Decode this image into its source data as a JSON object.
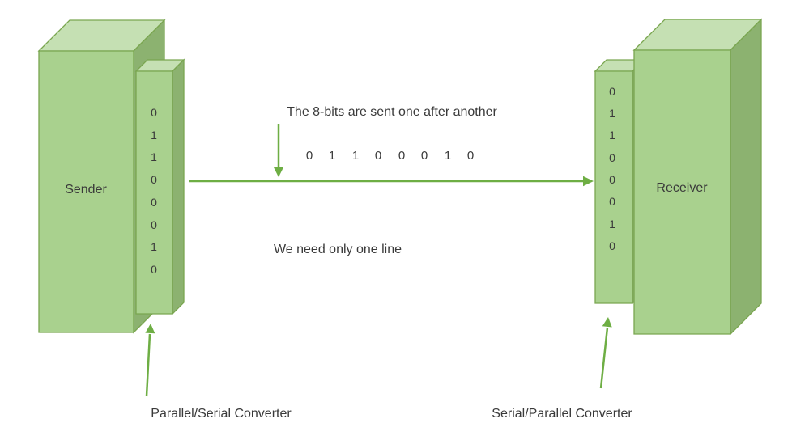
{
  "diagram": {
    "title_hint": "Serial transmission diagram",
    "sender": {
      "label": "Sender"
    },
    "receiver": {
      "label": "Receiver"
    },
    "sender_converter": {
      "label": "Parallel/Serial Converter",
      "bits": [
        "0",
        "1",
        "1",
        "0",
        "0",
        "0",
        "1",
        "0"
      ]
    },
    "receiver_converter": {
      "label": "Serial/Parallel Converter",
      "bits": [
        "0",
        "1",
        "1",
        "0",
        "0",
        "0",
        "1",
        "0"
      ]
    },
    "serial_line": {
      "bits": [
        "0",
        "1",
        "1",
        "0",
        "0",
        "0",
        "1",
        "0"
      ],
      "caption_top": "The 8-bits are sent one after another",
      "caption_bottom": "We need only one line"
    },
    "colors": {
      "face_front": "#a9d18e",
      "face_top": "#c5e0b3",
      "face_side": "#8cb270",
      "outline": "#7aa650",
      "arrow": "#6eae44",
      "text": "#3a3a3a"
    }
  }
}
